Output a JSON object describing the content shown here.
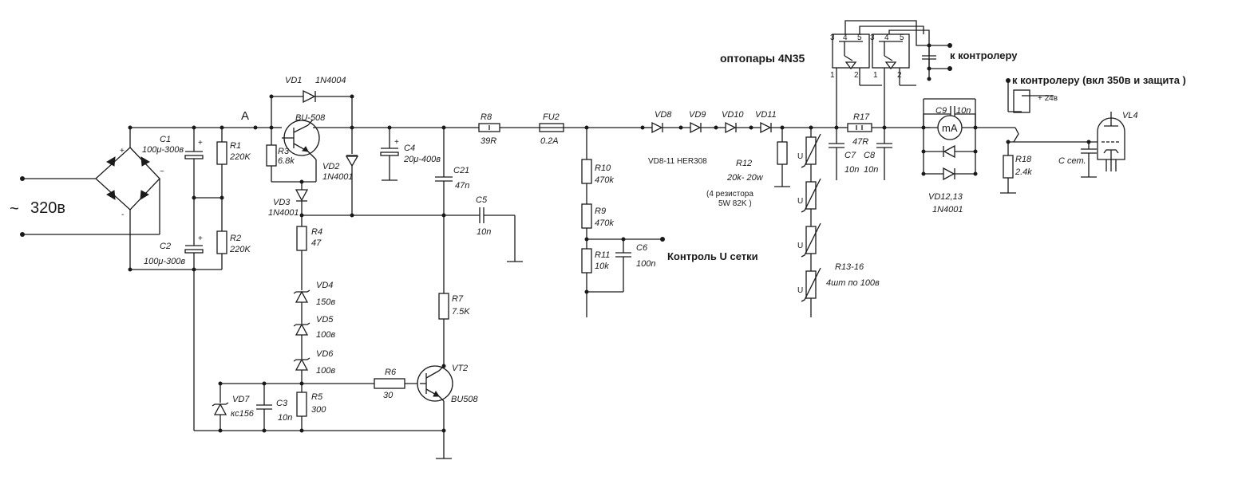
{
  "input": {
    "tilde": "~",
    "voltage": "320в"
  },
  "node_a": "A",
  "bridge": {
    "plus": "+",
    "minus": "-",
    "ac": "~"
  },
  "c1": {
    "ref": "C1",
    "value": "100μ-300в"
  },
  "c2": {
    "ref": "C2",
    "value": "100μ-300в"
  },
  "r1": {
    "ref": "R1",
    "value": "220K"
  },
  "r2": {
    "ref": "R2",
    "value": "220K"
  },
  "vd1": {
    "ref": "VD1",
    "value": "1N4004"
  },
  "r3": {
    "ref": "R3",
    "value": "6.8k"
  },
  "vt1": {
    "value": "BU-508"
  },
  "vd2": {
    "ref": "VD2",
    "value": "1N4001"
  },
  "vd3": {
    "ref": "VD3",
    "value": "1N4001"
  },
  "c4": {
    "ref": "C4",
    "value": "20μ-400в",
    "plus": "+"
  },
  "c21": {
    "ref": "C21",
    "value": "47n"
  },
  "c5": {
    "ref": "C5",
    "value": "10n"
  },
  "r4": {
    "ref": "R4",
    "value": "47"
  },
  "vd4": {
    "ref": "VD4",
    "value": "150в"
  },
  "vd5": {
    "ref": "VD5",
    "value": "100в"
  },
  "vd6": {
    "ref": "VD6",
    "value": "100в"
  },
  "vd7": {
    "ref": "VD7",
    "value": "кс156"
  },
  "c3": {
    "ref": "C3",
    "value": "10n"
  },
  "r5": {
    "ref": "R5",
    "value": "300"
  },
  "r6": {
    "ref": "R6",
    "value": "30"
  },
  "vt2": {
    "ref": "VT2",
    "value": "BU508"
  },
  "r7": {
    "ref": "R7",
    "value": "7.5K"
  },
  "r8": {
    "ref": "R8",
    "value": "39R"
  },
  "fu2": {
    "ref": "FU2",
    "value": "0.2A"
  },
  "r10": {
    "ref": "R10",
    "value": "470k"
  },
  "r9": {
    "ref": "R9",
    "value": "470k"
  },
  "r11": {
    "ref": "R11",
    "value": "10k"
  },
  "c6": {
    "ref": "C6",
    "value": "100n"
  },
  "grid_monitor": "Контроль U сетки",
  "vd8": "VD8",
  "vd9": "VD9",
  "vd10": "VD10",
  "vd11": "VD11",
  "vd8_11_note": "VD8-11 HER308",
  "r12": {
    "ref": "R12",
    "value": "20k- 20w",
    "note1": "(4 резистора",
    "note2": "5W 82K )"
  },
  "varistor": {
    "u": "U",
    "ref": "R13-16",
    "note": "4шт по 100в"
  },
  "opto": {
    "title": "оптопары 4N35",
    "pins": [
      "3",
      "4",
      "5",
      "1",
      "2"
    ]
  },
  "to_controller": "к контролеру",
  "to_controller2": "к контролеру (вкл 350в и защита )",
  "relay_supply": "+ 24в",
  "r17": {
    "ref": "R17",
    "value": "47R"
  },
  "c7": {
    "ref": "C7",
    "value": "10n"
  },
  "c8": {
    "ref": "C8",
    "value": "10n"
  },
  "c9": {
    "ref": "C9",
    "value": "10n"
  },
  "meter": "mA",
  "vd12_13": {
    "ref": "VD12,13",
    "value": "1N4001"
  },
  "r18": {
    "ref": "R18",
    "value": "2.4k"
  },
  "cgrid": "C сет.",
  "vl4": "VL4"
}
